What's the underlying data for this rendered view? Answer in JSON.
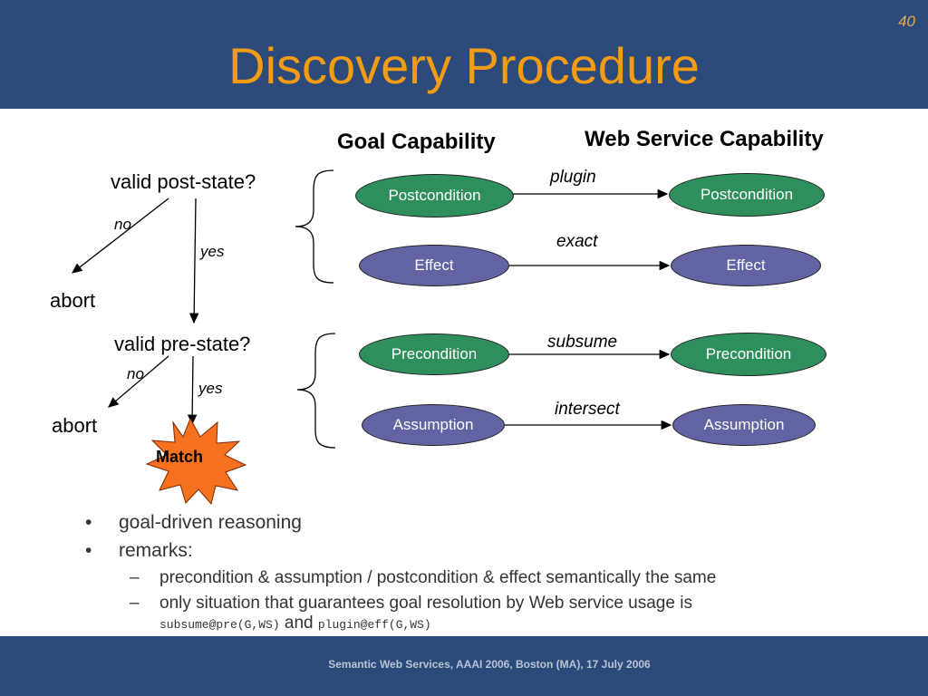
{
  "slide": {
    "number": "40",
    "title": "Discovery Procedure",
    "footer": "Semantic Web Services, AAAI 2006, Boston (MA), 17 July 2006"
  },
  "diagram": {
    "goal_header": "Goal Capability",
    "ws_header": "Web Service Capability",
    "q1": "valid post-state?",
    "q2": "valid pre-state?",
    "no1": "no",
    "yes1": "yes",
    "no2": "no",
    "yes2": "yes",
    "abort1": "abort",
    "abort2": "abort",
    "match": "Match",
    "goal": {
      "postcondition": "Postcondition",
      "effect": "Effect",
      "precondition": "Precondition",
      "assumption": "Assumption"
    },
    "ws": {
      "postcondition": "Postcondition",
      "effect": "Effect",
      "precondition": "Precondition",
      "assumption": "Assumption"
    },
    "relations": {
      "plugin": "plugin",
      "exact": "exact",
      "subsume": "subsume",
      "intersect": "intersect"
    },
    "colors": {
      "green_ellipse": "#2f8f5c",
      "blue_ellipse": "#6163a3",
      "star": "#f5701f",
      "header_bg": "#2c4a7a",
      "title": "#f39c12"
    }
  },
  "bullets": {
    "b1": "goal-driven reasoning",
    "b2": "remarks:",
    "marker": "•",
    "sub_marker": "–",
    "s1": "precondition & assumption / postcondition & effect semantically the same",
    "s2": "only situation that guarantees goal resolution by Web service usage is",
    "s3_code1": "subsume@pre(G,WS)",
    "s3_and": "and",
    "s3_code2": "plugin@eff(G,WS)"
  }
}
